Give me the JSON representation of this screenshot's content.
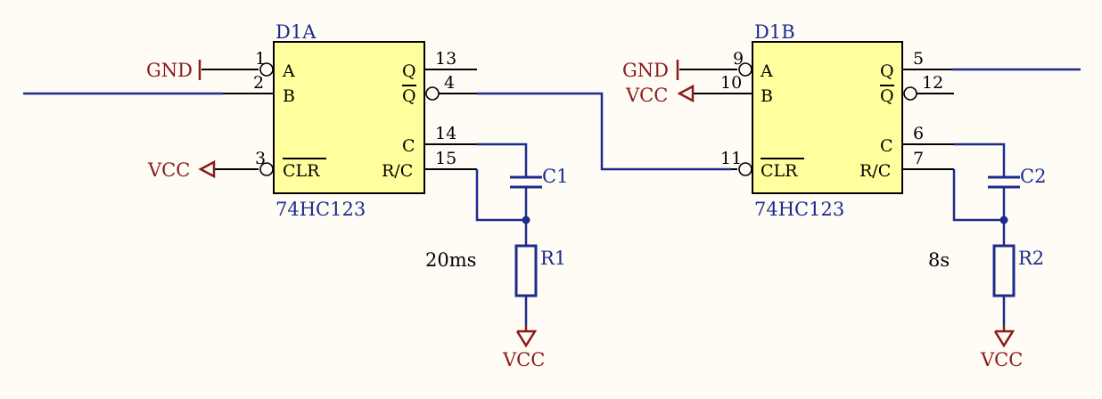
{
  "chips": [
    {
      "ref": "D1A",
      "part": "74HC123",
      "pins_left": [
        {
          "num": "1",
          "label": "A"
        },
        {
          "num": "2",
          "label": "B"
        },
        {
          "num": "3",
          "label": "CLR"
        }
      ],
      "pins_right": [
        {
          "num": "13",
          "label": "Q"
        },
        {
          "num": "4",
          "label": "Q"
        },
        {
          "num": "14",
          "label": "C"
        },
        {
          "num": "15",
          "label": "R/C"
        }
      ],
      "timing_note": "20ms"
    },
    {
      "ref": "D1B",
      "part": "74HC123",
      "pins_left": [
        {
          "num": "9",
          "label": "A"
        },
        {
          "num": "10",
          "label": "B"
        },
        {
          "num": "11",
          "label": "CLR"
        }
      ],
      "pins_right": [
        {
          "num": "5",
          "label": "Q"
        },
        {
          "num": "12",
          "label": "Q"
        },
        {
          "num": "6",
          "label": "C"
        },
        {
          "num": "7",
          "label": "R/C"
        }
      ],
      "timing_note": "8s"
    }
  ],
  "capacitors": [
    "C1",
    "C2"
  ],
  "resistors": [
    "R1",
    "R2"
  ],
  "power": {
    "gnd": "GND",
    "vcc": "VCC"
  },
  "colors": {
    "wire": "#1c2c8c",
    "power": "#8b1a1a",
    "chip_fill": "#ffff9e",
    "background": "#fffcf6"
  }
}
